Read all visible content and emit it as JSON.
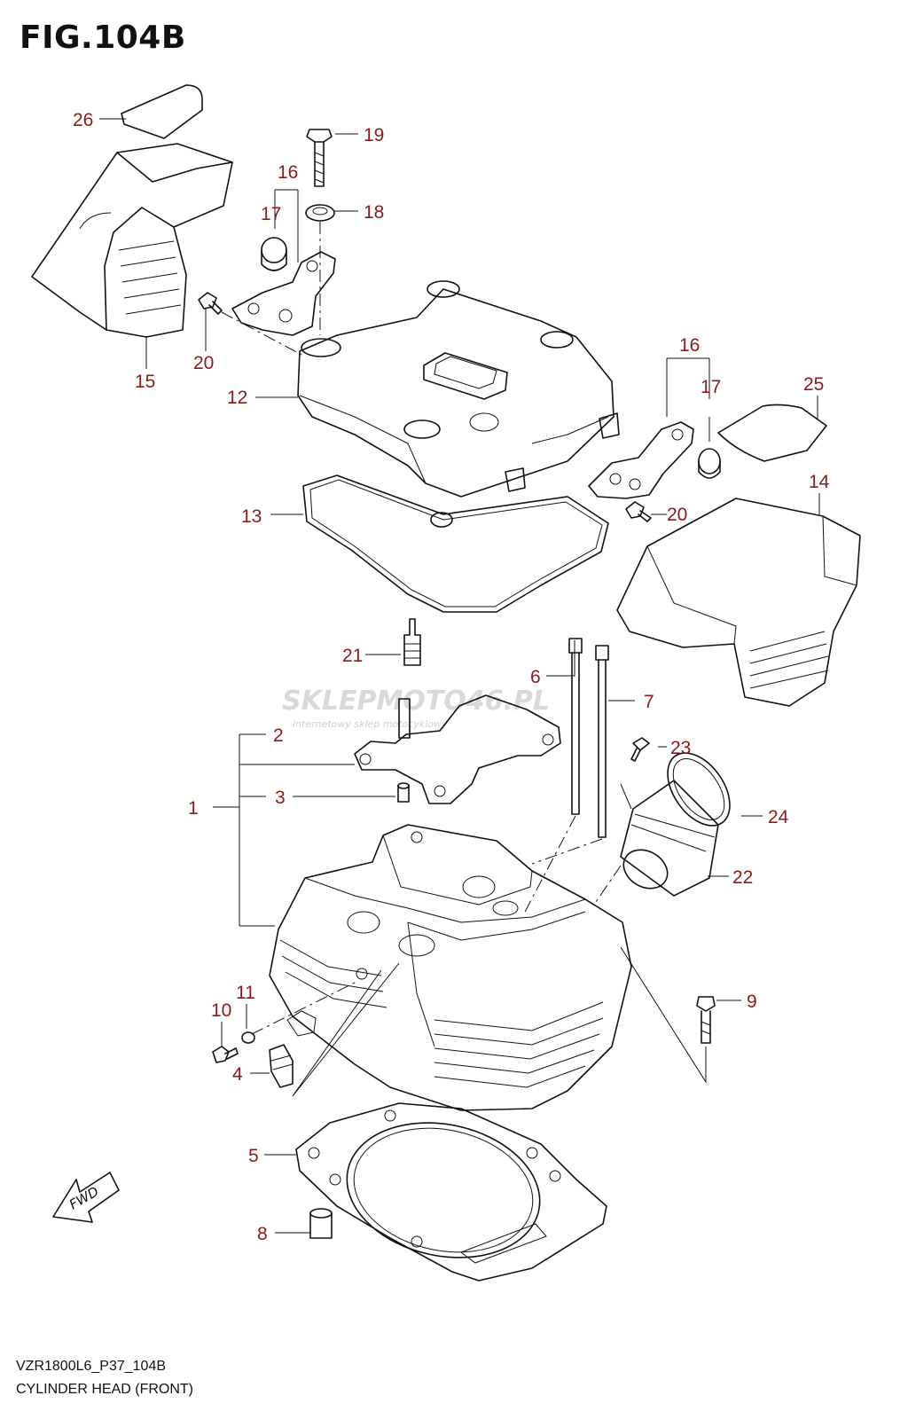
{
  "figure": {
    "title": "FIG.104B"
  },
  "watermark": {
    "brand": "SKLEPMOTO46.PL",
    "tagline": "internetowy sklep motocyklowy"
  },
  "fwd_label": "FWD",
  "callouts": [
    {
      "id": "c1",
      "label": "1"
    },
    {
      "id": "c2",
      "label": "2"
    },
    {
      "id": "c3",
      "label": "3"
    },
    {
      "id": "c4",
      "label": "4"
    },
    {
      "id": "c5",
      "label": "5"
    },
    {
      "id": "c6",
      "label": "6"
    },
    {
      "id": "c7",
      "label": "7"
    },
    {
      "id": "c8",
      "label": "8"
    },
    {
      "id": "c9",
      "label": "9"
    },
    {
      "id": "c10",
      "label": "10"
    },
    {
      "id": "c11",
      "label": "11"
    },
    {
      "id": "c12",
      "label": "12"
    },
    {
      "id": "c13",
      "label": "13"
    },
    {
      "id": "c14",
      "label": "14"
    },
    {
      "id": "c15",
      "label": "15"
    },
    {
      "id": "c16a",
      "label": "16"
    },
    {
      "id": "c16b",
      "label": "16"
    },
    {
      "id": "c17a",
      "label": "17"
    },
    {
      "id": "c17b",
      "label": "17"
    },
    {
      "id": "c18",
      "label": "18"
    },
    {
      "id": "c19",
      "label": "19"
    },
    {
      "id": "c20a",
      "label": "20"
    },
    {
      "id": "c20b",
      "label": "20"
    },
    {
      "id": "c21",
      "label": "21"
    },
    {
      "id": "c22",
      "label": "22"
    },
    {
      "id": "c23",
      "label": "23"
    },
    {
      "id": "c24",
      "label": "24"
    },
    {
      "id": "c25",
      "label": "25"
    },
    {
      "id": "c26",
      "label": "26"
    }
  ],
  "footer": {
    "code": "VZR1800L6_P37_104B",
    "caption": "CYLINDER HEAD (FRONT)"
  }
}
